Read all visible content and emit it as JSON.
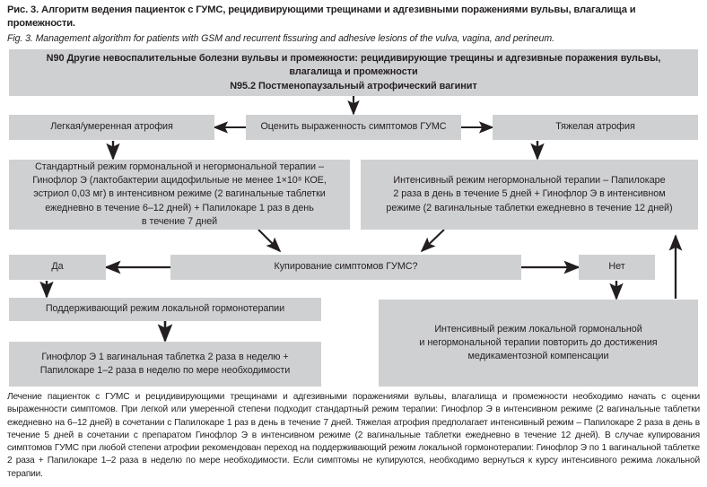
{
  "caption": {
    "ru": "Рис. 3. Алгоритм ведения пациенток с ГУМС, рецидивирующими трещинами и адгезивными поражениями вульвы, влагалища и промежности.",
    "en": "Fig. 3. Management algorithm for patients with GSM and recurrent fissuring and adhesive lesions of the vulva, vagina, and perineum."
  },
  "colors": {
    "box_fill": "#cfd0d2",
    "text": "#231f20",
    "arrow": "#231f20",
    "background": "#ffffff"
  },
  "chart_data": {
    "type": "flowchart",
    "title": "Алгоритм ведения пациенток с ГУМС",
    "nodes": [
      {
        "id": "diagnosis",
        "role": "header",
        "lines": [
          "N90 Другие невоспалительные болезни вульвы и промежности: рецидивирующие трещины и адгезивные поражения вульвы,",
          "влагалища и промежности",
          "N95.2 Постменопаузальный атрофический вагинит"
        ]
      },
      {
        "id": "assess",
        "role": "decision",
        "lines": [
          "Оценить выраженность симптомов ГУМС"
        ]
      },
      {
        "id": "mild",
        "role": "branch-left",
        "lines": [
          "Легкая/умеренная атрофия"
        ]
      },
      {
        "id": "severe",
        "role": "branch-right",
        "lines": [
          "Тяжелая атрофия"
        ]
      },
      {
        "id": "standard_regimen",
        "role": "treatment-left",
        "lines": [
          "Стандартный режим гормональной и негормональной терапии –",
          "Гинофлор Э (лактобактерии ацидофильные не менее 1×10⁸ КОЕ,",
          "эстриол 0,03 мг) в интенсивном режиме (2 вагинальные таблетки",
          "ежедневно в течение 6–12 дней) + Папилокаре 1 раз в день",
          "в течение 7 дней"
        ]
      },
      {
        "id": "intensive_regimen",
        "role": "treatment-right",
        "lines": [
          "Интенсивный режим негормональной терапии – Папилокаре",
          "2 раза в день в течение 5 дней + Гинофлор Э в интенсивном",
          "режиме (2 вагинальные таблетки ежедневно в течение 12 дней)"
        ]
      },
      {
        "id": "relief",
        "role": "decision",
        "lines": [
          "Купирование симптомов ГУМС?"
        ]
      },
      {
        "id": "yes",
        "role": "answer-yes",
        "lines": [
          "Да"
        ]
      },
      {
        "id": "no",
        "role": "answer-no",
        "lines": [
          "Нет"
        ]
      },
      {
        "id": "maintenance",
        "role": "outcome-left",
        "lines": [
          "Поддерживающий режим локальной гормонотерапии"
        ]
      },
      {
        "id": "maintenance_detail",
        "role": "outcome-left-detail",
        "lines": [
          "Гинофлор Э 1 вагинальная таблетка 2 раза в неделю +",
          "Папилокаре 1–2 раза в неделю по мере необходимости"
        ]
      },
      {
        "id": "repeat_intensive",
        "role": "outcome-right",
        "lines": [
          "Интенсивный режим локальной гормональной",
          "и негормональной терапии повторить до достижения",
          "медикаментозной компенсации"
        ]
      }
    ],
    "edges": [
      {
        "from": "diagnosis",
        "to": "assess",
        "label": "",
        "style": "vertical"
      },
      {
        "from": "assess",
        "to": "mild",
        "label": "",
        "style": "horizontal-left"
      },
      {
        "from": "assess",
        "to": "severe",
        "label": "",
        "style": "horizontal-right"
      },
      {
        "from": "mild",
        "to": "standard_regimen",
        "label": "",
        "style": "vertical"
      },
      {
        "from": "severe",
        "to": "intensive_regimen",
        "label": "",
        "style": "vertical"
      },
      {
        "from": "standard_regimen",
        "to": "relief",
        "label": "",
        "style": "diagonal"
      },
      {
        "from": "intensive_regimen",
        "to": "relief",
        "label": "",
        "style": "diagonal"
      },
      {
        "from": "relief",
        "to": "yes",
        "label": "Да",
        "style": "horizontal-left"
      },
      {
        "from": "relief",
        "to": "no",
        "label": "Нет",
        "style": "horizontal-right"
      },
      {
        "from": "yes",
        "to": "maintenance",
        "label": "",
        "style": "vertical"
      },
      {
        "from": "maintenance",
        "to": "maintenance_detail",
        "label": "",
        "style": "vertical"
      },
      {
        "from": "no",
        "to": "repeat_intensive",
        "label": "",
        "style": "vertical"
      },
      {
        "from": "repeat_intensive",
        "to": "intensive_regimen",
        "label": "",
        "style": "feedback-up"
      }
    ]
  },
  "footer": {
    "text": "Лечение пациенток с ГУМС и рецидивирующими трещинами и адгезивными поражениями вульвы, влагалища и промежности необходимо начать с оценки выраженности симптомов. При легкой или умеренной степени подходит стандартный режим терапии: Гинофлор Э в интенсивном режиме (2 вагинальные таблетки ежедневно на 6–12 дней) в сочетании с Папилокаре 1 раз в день в течение 7 дней. Тяжелая атрофия предполагает интенсивный режим – Папилокаре 2 раза в день в течение 5 дней в сочетании с препаратом Гинофлор Э в интенсивном режиме (2 вагинальные таблетки ежедневно в течение 12 дней). В случае купирования симптомов ГУМС при любой степени атрофии рекомендован переход на поддерживающий режим локальной гормонотерапии: Гинофлор Э по 1 вагинальной таблетке 2 раза + Папилокаре 1–2 раза в неделю по мере необходимости. Если симптомы не купируются, необходимо вернуться к курсу интенсивного режима локальной терапии."
  }
}
